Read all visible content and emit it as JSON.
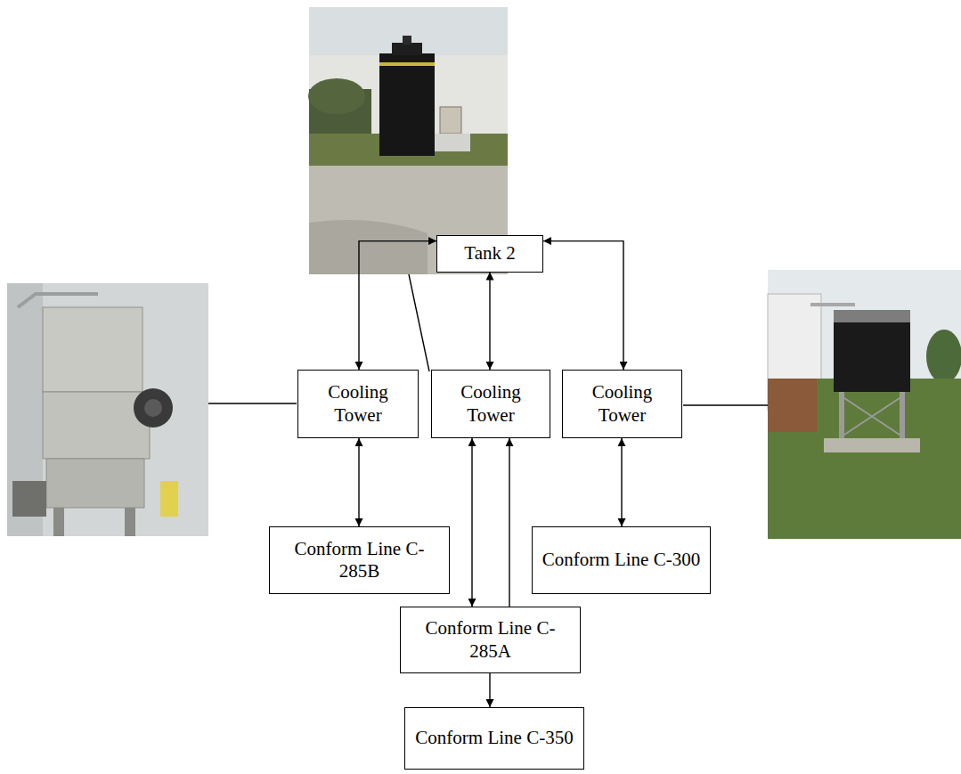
{
  "diagram": {
    "nodes": [
      {
        "text": [
          "Tank 2"
        ]
      },
      {
        "text": [
          "Cooling Tower"
        ]
      },
      {
        "text": [
          "Cooling Tower"
        ]
      },
      {
        "text": [
          "Cooling Tower"
        ]
      },
      {
        "text": [
          "Conform Line C-285B"
        ]
      },
      {
        "text": [
          "Conform Line C-300"
        ]
      },
      {
        "text": [
          "Conform Line C-285A"
        ]
      },
      {
        "text": [
          "Conform Line C-350"
        ]
      }
    ],
    "edges": [
      {
        "from": 0,
        "to": 1,
        "arrow": "both"
      },
      {
        "from": 0,
        "to": 2,
        "arrow": "both"
      },
      {
        "from": 0,
        "to": 3,
        "arrow": "both"
      },
      {
        "from": 1,
        "to": 4,
        "arrow": "both"
      },
      {
        "from": 2,
        "to": 6,
        "arrow": "both"
      },
      {
        "from": 6,
        "to": 2,
        "arrow": "to"
      },
      {
        "from": 3,
        "to": 5,
        "arrow": "both"
      },
      {
        "from": 6,
        "to": 7,
        "arrow": "to"
      }
    ]
  }
}
